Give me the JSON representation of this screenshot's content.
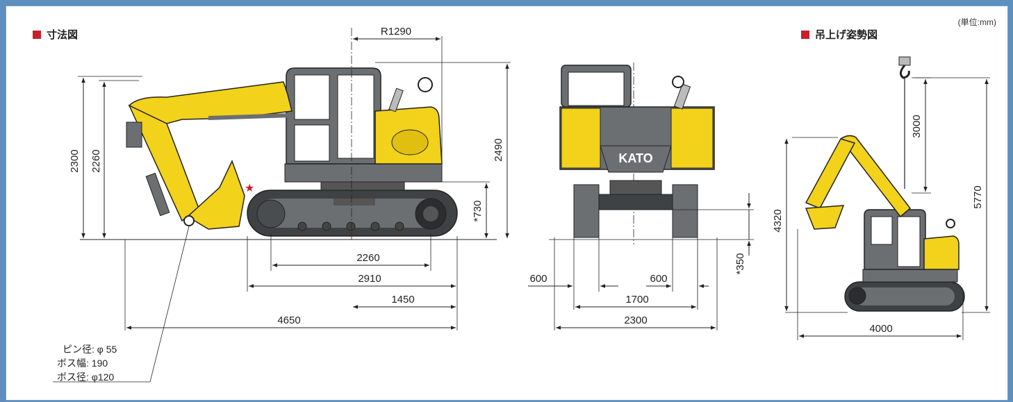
{
  "unit_label": "(単位:mm)",
  "sections": {
    "dimensions_title": "寸法図",
    "lift_title": "吊上げ姿勢図"
  },
  "colors": {
    "accent": "#c8202a",
    "machine_yellow": "#f2d21a",
    "machine_gray": "#6c6f72",
    "dark_gray": "#3f4244"
  },
  "brand": "KATO",
  "side_view": {
    "dims": {
      "slew_radius": "R1290",
      "height_boom": "2300",
      "height_bucket": "2260",
      "overall_height": "2490",
      "ground_clearance": "*730",
      "tumbler_distance": "2260",
      "track_length": "2910",
      "tail_length": "1450",
      "overall_length": "4650"
    },
    "pin_notes": [
      "ピン径: φ 55",
      "ボス幅: 190",
      "ボス径: φ120"
    ]
  },
  "front_view": {
    "dims": {
      "shoe_width_left": "600",
      "shoe_width_right": "600",
      "track_gauge": "1700",
      "overall_width": "2300",
      "min_ground_clearance": "*350"
    }
  },
  "lift_view": {
    "dims": {
      "hook_height": "3000",
      "overall_height": "5770",
      "body_height": "4320",
      "length": "4000"
    }
  }
}
